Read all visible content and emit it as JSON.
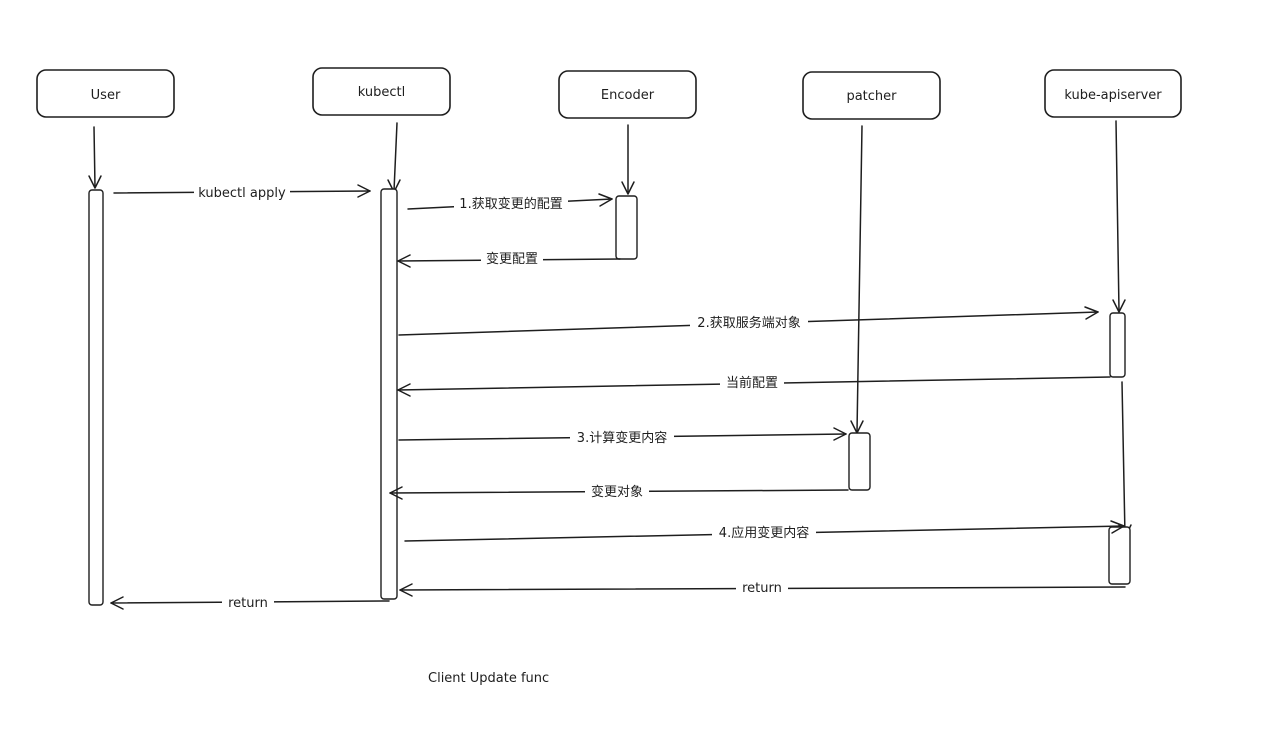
{
  "participants": [
    {
      "id": "user",
      "label": "User"
    },
    {
      "id": "kubectl",
      "label": "kubectl"
    },
    {
      "id": "encoder",
      "label": "Encoder"
    },
    {
      "id": "patcher",
      "label": "patcher"
    },
    {
      "id": "apiserver",
      "label": "kube-apiserver"
    }
  ],
  "messages": [
    {
      "id": "m1",
      "from": "user",
      "to": "kubectl",
      "label": "kubectl apply"
    },
    {
      "id": "m2",
      "from": "kubectl",
      "to": "encoder",
      "label": "1.获取变更的配置"
    },
    {
      "id": "m3",
      "from": "encoder",
      "to": "kubectl",
      "label": "变更配置"
    },
    {
      "id": "m4",
      "from": "kubectl",
      "to": "apiserver",
      "label": "2.获取服务端对象"
    },
    {
      "id": "m5",
      "from": "apiserver",
      "to": "kubectl",
      "label": "当前配置"
    },
    {
      "id": "m6",
      "from": "kubectl",
      "to": "patcher",
      "label": "3.计算变更内容"
    },
    {
      "id": "m7",
      "from": "patcher",
      "to": "kubectl",
      "label": "变更对象"
    },
    {
      "id": "m8",
      "from": "kubectl",
      "to": "apiserver",
      "label": "4.应用变更内容"
    },
    {
      "id": "m9",
      "from": "apiserver",
      "to": "kubectl",
      "label": "return"
    },
    {
      "id": "m10",
      "from": "kubectl",
      "to": "user",
      "label": "return"
    }
  ],
  "caption": "Client Update func"
}
